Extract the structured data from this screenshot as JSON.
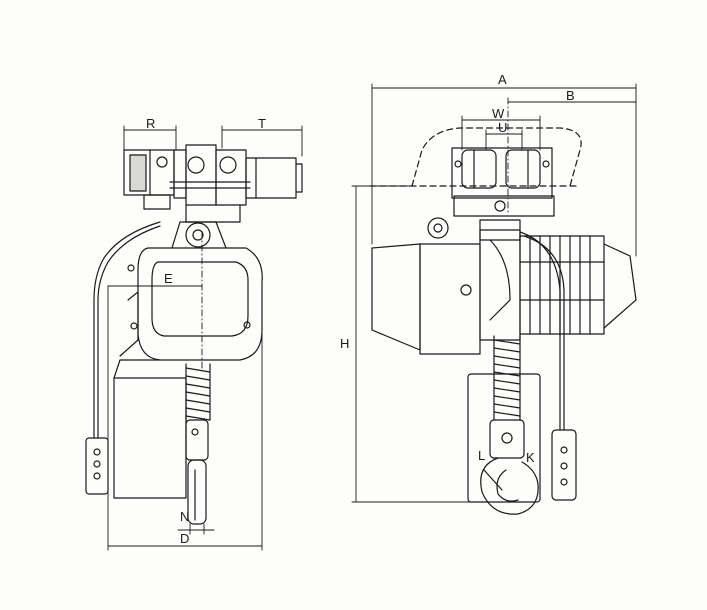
{
  "colors": {
    "ink": "#1a1a1a",
    "paper": "#fdfdfb",
    "shade": "#d9d9d6"
  },
  "labels": {
    "A": "A",
    "B": "B",
    "W": "W",
    "U": "U",
    "R": "R",
    "T": "T",
    "E": "E",
    "H": "H",
    "L": "L",
    "K": "K",
    "N": "N",
    "D": "D"
  }
}
